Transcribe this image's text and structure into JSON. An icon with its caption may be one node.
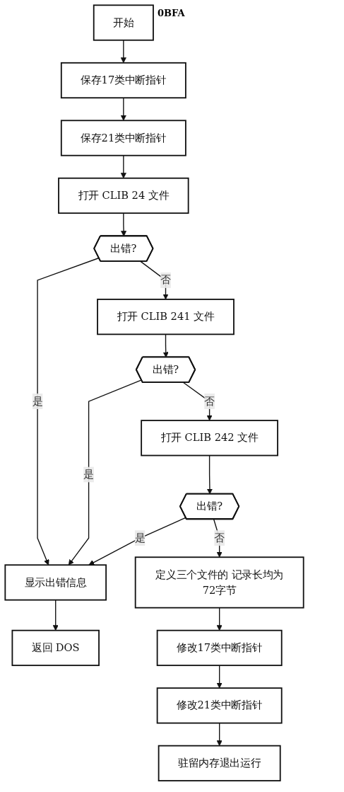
{
  "diagram": {
    "nodes": [
      {
        "text": [
          "开始"
        ],
        "beside": [
          "0BFA"
        ]
      },
      {
        "text": [
          "保存17类中断指针"
        ]
      },
      {
        "text": [
          "保存21类中断指针"
        ]
      },
      {
        "text": [
          "打开 CLIB 24 文件"
        ]
      },
      {
        "text": [
          "出错?"
        ]
      },
      {
        "text": [
          "打开 CLIB 241 文件"
        ]
      },
      {
        "text": [
          "出错?"
        ]
      },
      {
        "text": [
          "打开 CLIB 242 文件"
        ]
      },
      {
        "text": [
          "出错?"
        ]
      },
      {
        "text": [
          "定义三个文件的 记录长均为72字节"
        ]
      },
      {
        "text": [
          "显示出错信息"
        ]
      },
      {
        "text": [
          "修改17类中断指针"
        ]
      },
      {
        "text": [
          "修改21类中断指针"
        ]
      },
      {
        "text": [
          "返回 DOS"
        ]
      },
      {
        "text": [
          "驻留内存退出运行"
        ]
      }
    ],
    "edges": [
      {
        "from": 0,
        "to": 1,
        "arrow": "to"
      },
      {
        "from": 1,
        "to": 2,
        "arrow": "to"
      },
      {
        "from": 2,
        "to": 3,
        "arrow": "to"
      },
      {
        "from": 3,
        "to": 4,
        "arrow": "to"
      },
      {
        "from": 4,
        "to": 10,
        "label": "是",
        "arrow": "to"
      },
      {
        "from": 4,
        "to": 5,
        "label": "否",
        "arrow": "to"
      },
      {
        "from": 5,
        "to": 6,
        "arrow": "to"
      },
      {
        "from": 6,
        "to": 10,
        "label": "是",
        "arrow": "to"
      },
      {
        "from": 6,
        "to": 7,
        "label": "否",
        "arrow": "to"
      },
      {
        "from": 7,
        "to": 8,
        "arrow": "to"
      },
      {
        "from": 8,
        "to": 10,
        "label": "是",
        "arrow": "to"
      },
      {
        "from": 8,
        "to": 9,
        "label": "否",
        "arrow": "to"
      },
      {
        "from": 9,
        "to": 11,
        "arrow": "to"
      },
      {
        "from": 11,
        "to": 12,
        "arrow": "to"
      },
      {
        "from": 12,
        "to": 14,
        "arrow": "to"
      },
      {
        "from": 10,
        "to": 13,
        "arrow": "to"
      }
    ]
  }
}
